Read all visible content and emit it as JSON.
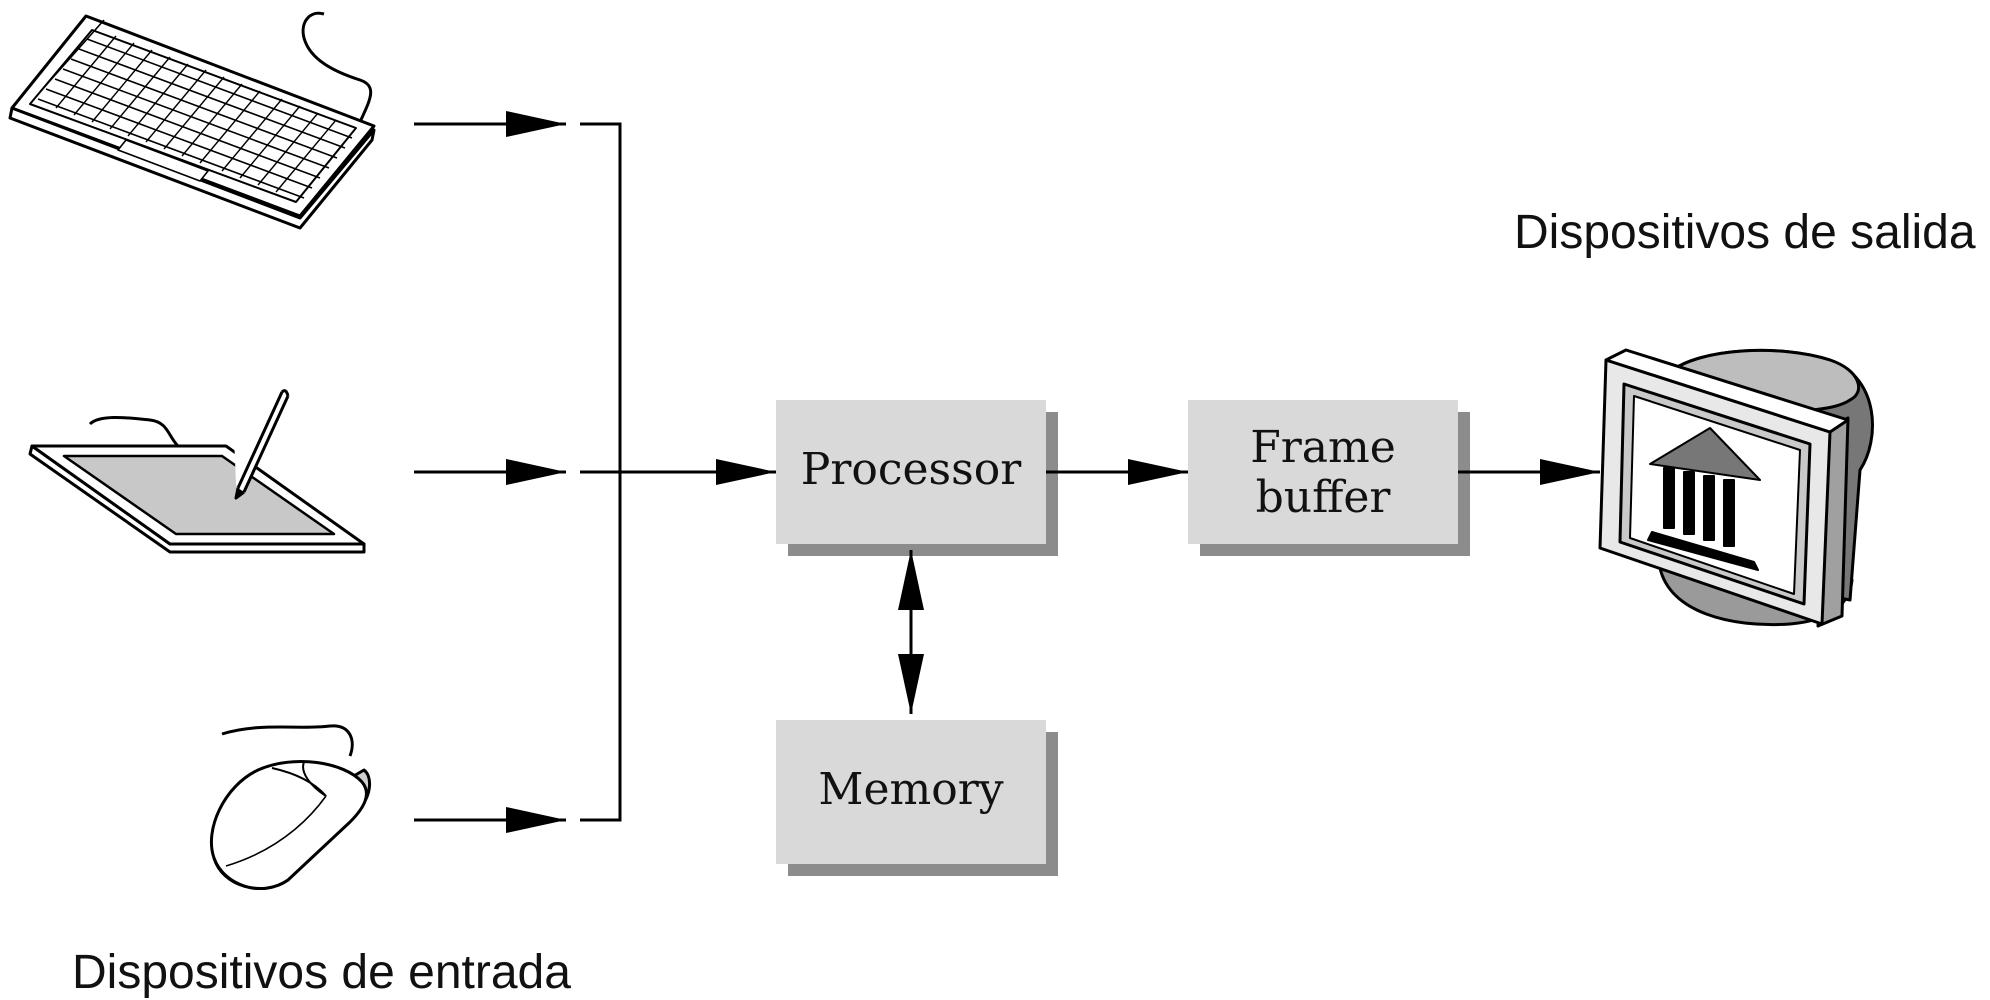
{
  "labels": {
    "output_devices": "Dispositivos de salida",
    "input_devices": "Dispositivos de entrada"
  },
  "blocks": {
    "processor": "Processor",
    "frame_buffer_line1": "Frame",
    "frame_buffer_line2": "buffer",
    "memory": "Memory"
  },
  "icons": {
    "keyboard": "keyboard-icon",
    "tablet": "graphics-tablet-icon",
    "mouse": "mouse-icon",
    "monitor": "crt-monitor-icon"
  },
  "colors": {
    "block_fill": "#d9d9d9",
    "block_shadow": "#8c8c8c",
    "line": "#000000"
  }
}
